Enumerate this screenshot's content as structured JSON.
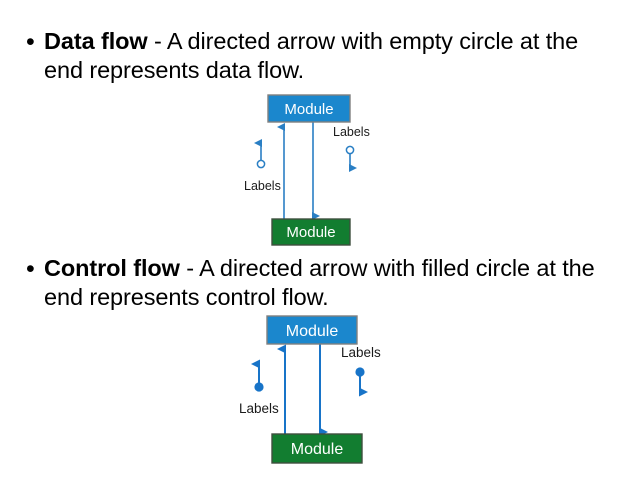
{
  "slide": {
    "background_color": "#ffffff",
    "bullets": [
      {
        "marker": "•",
        "term": "Data flow",
        "description": " - A directed arrow with empty circle at the end represents data flow."
      },
      {
        "marker": "•",
        "term": "Control flow",
        "description": " - A directed arrow with filled circle at the end represents control flow."
      }
    ]
  },
  "diagrams": [
    {
      "id": "data-flow-diagram",
      "circle_style": "empty",
      "top_module_label": "Module",
      "top_module_color": "#1b87cd",
      "top_module_border": "#7f7f7f",
      "bottom_module_label": "Module",
      "bottom_module_color": "#127d30",
      "bottom_module_border": "#3f4f3f",
      "arrow_color": "#2a7fc4",
      "left_label": "Labels",
      "right_label": "Labels"
    },
    {
      "id": "control-flow-diagram",
      "circle_style": "filled",
      "top_module_label": "Module",
      "top_module_color": "#1b87cd",
      "top_module_border": "#7f7f7f",
      "bottom_module_label": "Module",
      "bottom_module_color": "#127d30",
      "bottom_module_border": "#3f4f3f",
      "arrow_color": "#1874c8",
      "left_label": "Labels",
      "right_label": "Labels"
    }
  ]
}
